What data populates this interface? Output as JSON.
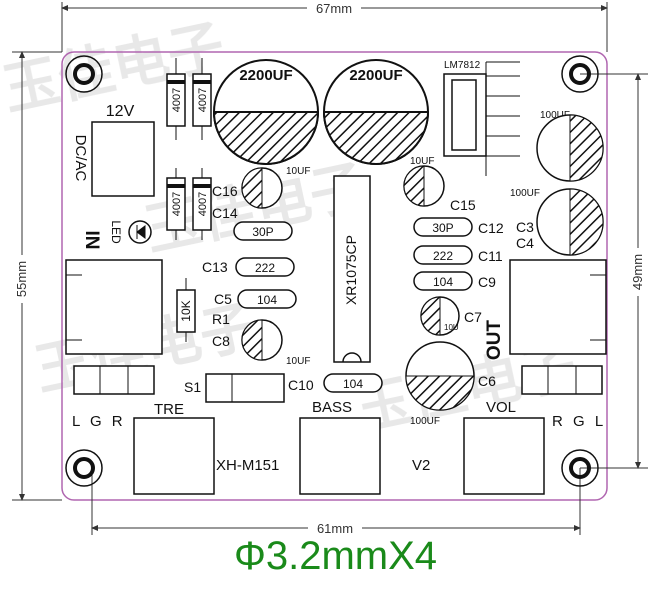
{
  "dimensions": {
    "width_top": "67mm",
    "height_left": "55mm",
    "height_right": "49mm",
    "width_bottom": "61mm"
  },
  "footer": "Φ3.2mmX4",
  "watermark": "玉佳电子",
  "components": {
    "cap_2200_left": "2200UF",
    "cap_2200_right": "2200UF",
    "regulator": "LM7812",
    "cap_100_top": "100UF",
    "cap_100_mid": "100UF",
    "cap_100_bottom": "100UF",
    "cap_10_left_top": "10UF",
    "cap_10_right": "10UF",
    "cap_10_left_bottom": "10UF",
    "cap_10_small": "10U",
    "ic": "XR1075CP",
    "diode_1": "4007",
    "diode_2": "4007",
    "diode_3": "4007",
    "diode_4": "4007",
    "resistor": "10K",
    "c_30p_left": "30P",
    "c_222_left": "222",
    "c_104_left": "104",
    "c_30p_right": "30P",
    "c_222_right": "222",
    "c_104_right": "104",
    "c_104_bottom": "104"
  },
  "labels": {
    "v12": "12V",
    "dcac": "DC/AC",
    "in": "IN",
    "led": "LED",
    "c16": "C16",
    "c14": "C14",
    "c13": "C13",
    "c5": "C5",
    "r1": "R1",
    "c8": "C8",
    "s1": "S1",
    "c10": "C10",
    "bass": "BASS",
    "tre": "TRE",
    "lgr": "L G R",
    "model": "XH-M151",
    "v2": "V2",
    "vol": "VOL",
    "rgl": "R G L",
    "c15": "C15",
    "c12": "C12",
    "c11": "C11",
    "c9": "C9",
    "c7": "C7",
    "c6": "C6",
    "c3": "C3",
    "c4": "C4",
    "out": "OUT"
  }
}
